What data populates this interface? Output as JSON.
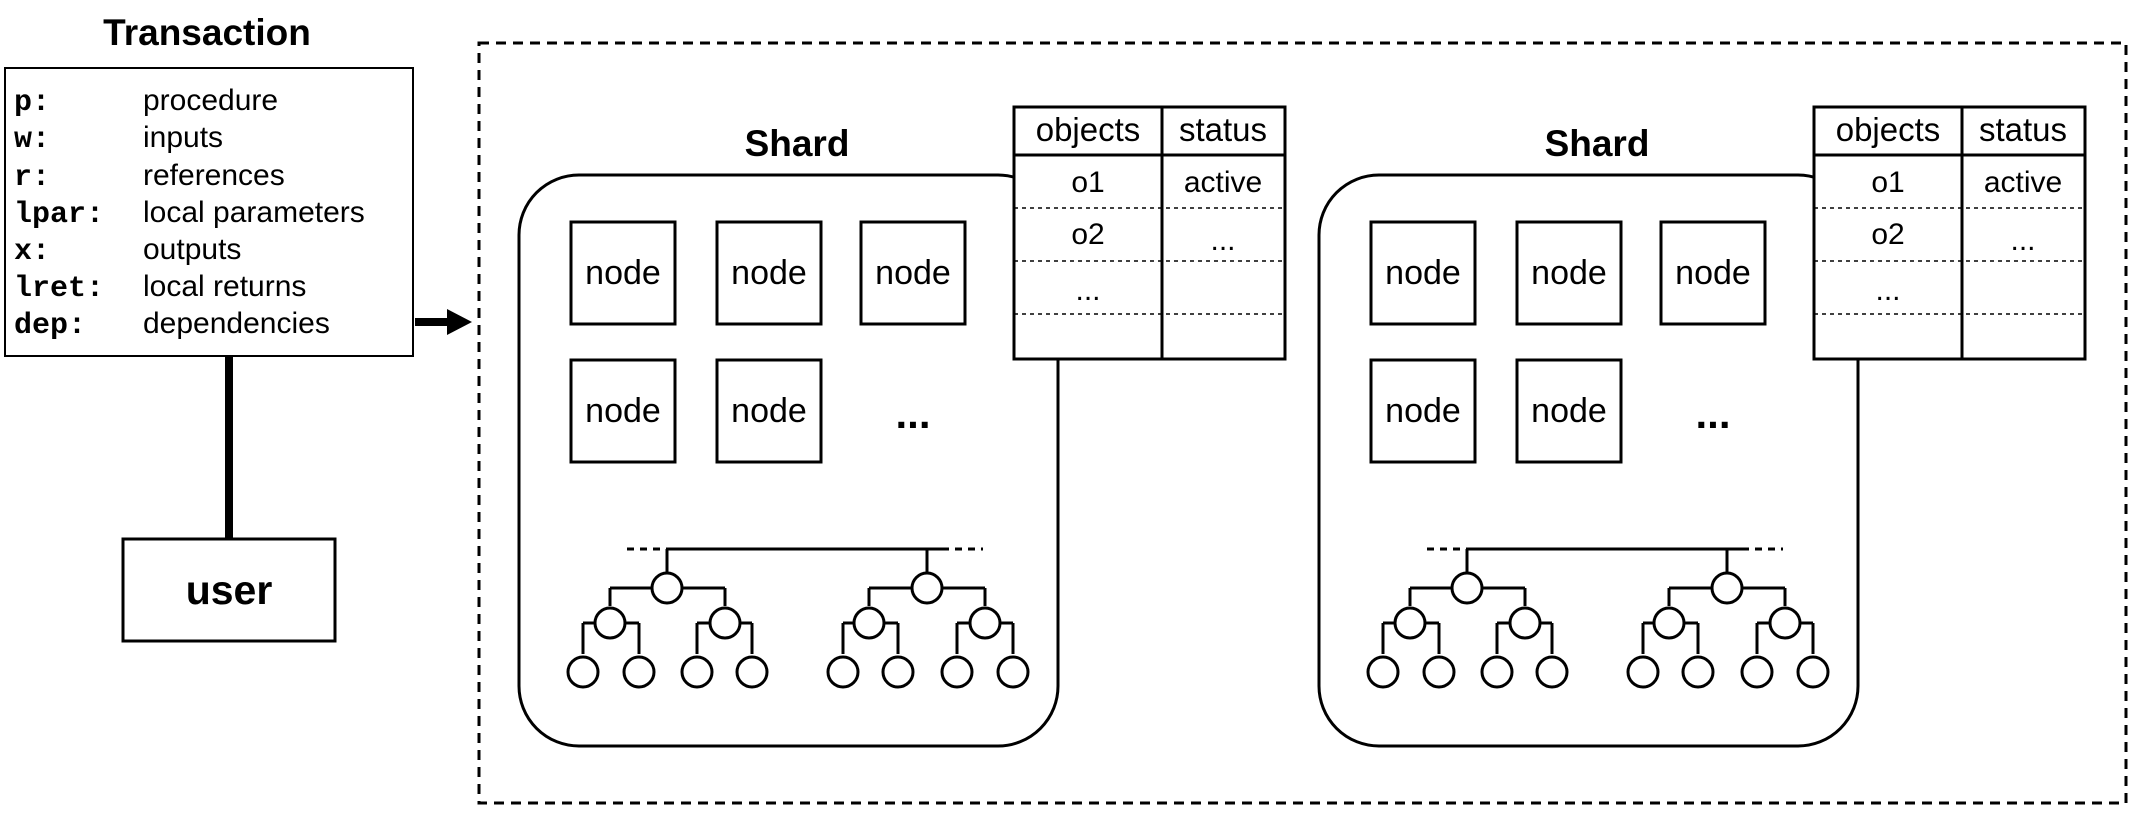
{
  "transaction": {
    "title": "Transaction",
    "fields": [
      {
        "key": "p:",
        "label": "procedure"
      },
      {
        "key": "w:",
        "label": "inputs"
      },
      {
        "key": "r:",
        "label": "references"
      },
      {
        "key": "lpar:",
        "label": "local parameters"
      },
      {
        "key": "x:",
        "label": "outputs"
      },
      {
        "key": "lret:",
        "label": "local returns"
      },
      {
        "key": "dep:",
        "label": "dependencies"
      }
    ]
  },
  "user": {
    "label": "user"
  },
  "shards": [
    {
      "title": "Shard",
      "nodes": [
        "node",
        "node",
        "node",
        "node",
        "node"
      ],
      "nodes_more": "...",
      "table": {
        "headers": [
          "objects",
          "status"
        ],
        "rows": [
          [
            "o1",
            "active"
          ],
          [
            "o2",
            "..."
          ],
          [
            "...",
            ""
          ],
          [
            "",
            ""
          ]
        ]
      }
    },
    {
      "title": "Shard",
      "nodes": [
        "node",
        "node",
        "node",
        "node",
        "node"
      ],
      "nodes_more": "...",
      "table": {
        "headers": [
          "objects",
          "status"
        ],
        "rows": [
          [
            "o1",
            "active"
          ],
          [
            "o2",
            "..."
          ],
          [
            "...",
            ""
          ],
          [
            "",
            ""
          ]
        ]
      }
    }
  ]
}
